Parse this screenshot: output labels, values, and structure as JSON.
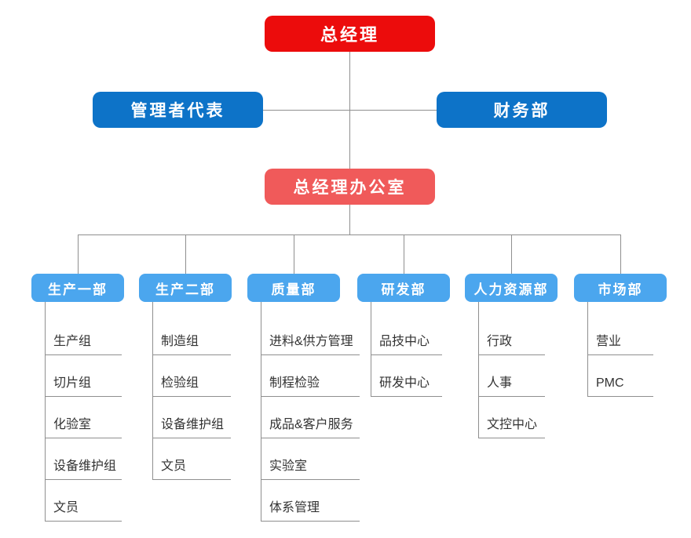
{
  "colors": {
    "red": "#ec0c0c",
    "blue": "#0d73c8",
    "salmon": "#f05a5a",
    "light_blue": "#4ba6ee",
    "line": "#8f8f8f",
    "text": "#333333"
  },
  "nodes": {
    "general_manager": "总经理",
    "management_representative": "管理者代表",
    "finance_department": "财务部",
    "gm_office": "总经理办公室"
  },
  "departments": [
    {
      "label": "生产一部",
      "children": [
        "生产组",
        "切片组",
        "化验室",
        "设备维护组",
        "文员"
      ]
    },
    {
      "label": "生产二部",
      "children": [
        "制造组",
        "检验组",
        "设备维护组",
        "文员"
      ]
    },
    {
      "label": "质量部",
      "children": [
        "进料&供方管理",
        "制程检验",
        "成品&客户服务",
        "实验室",
        "体系管理"
      ]
    },
    {
      "label": "研发部",
      "children": [
        "品技中心",
        "研发中心"
      ]
    },
    {
      "label": "人力资源部",
      "children": [
        "行政",
        "人事",
        "文控中心"
      ]
    },
    {
      "label": "市场部",
      "children": [
        "营业",
        "PMC"
      ]
    }
  ]
}
